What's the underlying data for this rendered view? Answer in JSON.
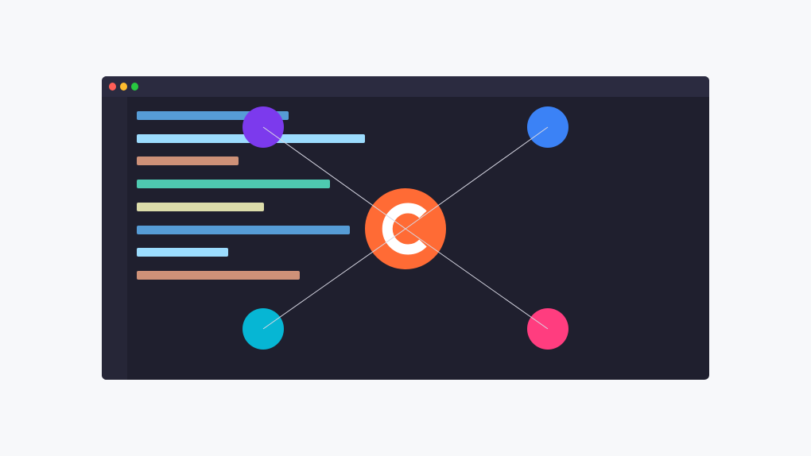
{
  "window": {
    "controls": [
      {
        "name": "close",
        "color": "#ff5f57"
      },
      {
        "name": "minimize",
        "color": "#febc2e"
      },
      {
        "name": "maximize",
        "color": "#28c840"
      }
    ]
  },
  "code_lines": [
    {
      "color": "#569cd6",
      "length": 0.25
    },
    {
      "color": "#9cdcfe",
      "length": 0.376
    },
    {
      "color": "#ce9178",
      "length": 0.168
    },
    {
      "color": "#4ec9b0",
      "length": 0.318
    },
    {
      "color": "#dcdcaa",
      "length": 0.21
    },
    {
      "color": "#569cd6",
      "length": 0.351
    },
    {
      "color": "#9cdcfe",
      "length": 0.151
    },
    {
      "color": "#ce9178",
      "length": 0.268
    }
  ],
  "hub": {
    "logo_letter": "C",
    "color": "#ff6b35",
    "letter_color": "#ffffff"
  },
  "nodes": [
    {
      "name": "top-left",
      "color": "#7c3aed"
    },
    {
      "name": "top-right",
      "color": "#3b82f6"
    },
    {
      "name": "bottom-left",
      "color": "#06b6d4"
    },
    {
      "name": "bottom-right",
      "color": "#ff3d7f"
    }
  ],
  "connector_color": "#d8d8e4"
}
